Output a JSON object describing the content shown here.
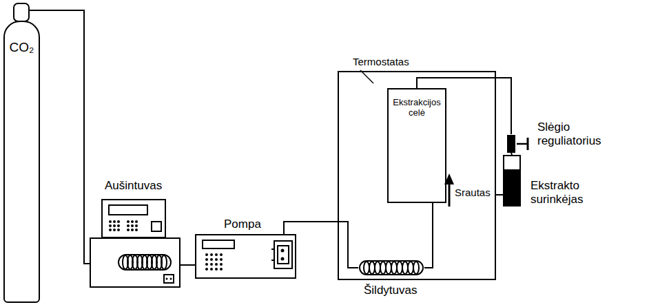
{
  "diagram": {
    "nodes": [
      {
        "text": [
          "CO₂"
        ]
      },
      {
        "text": [
          "Aušintuvas"
        ]
      },
      {
        "text": [
          "Pompa"
        ]
      },
      {
        "text": [
          "Termostatas"
        ]
      },
      {
        "text": [
          "Šildytuvas"
        ],
        "in": 3
      },
      {
        "text": [
          "Ekstrakcijos celė"
        ],
        "in": 3
      },
      {
        "text": [
          "Slėgio reguliatorius"
        ]
      },
      {
        "text": [
          "Ekstrakto surinkėjas"
        ]
      }
    ],
    "edges": [
      {
        "from": 0,
        "to": 1,
        "arrow": "none"
      },
      {
        "from": 1,
        "to": 2,
        "arrow": "none"
      },
      {
        "from": 2,
        "to": 4,
        "arrow": "none"
      },
      {
        "from": 4,
        "to": 5,
        "arrow": "none"
      },
      {
        "from": 5,
        "to": 6,
        "arrow": "none"
      },
      {
        "from": 6,
        "to": 7,
        "arrow": "none"
      }
    ],
    "labels": [
      "Srautas"
    ]
  }
}
